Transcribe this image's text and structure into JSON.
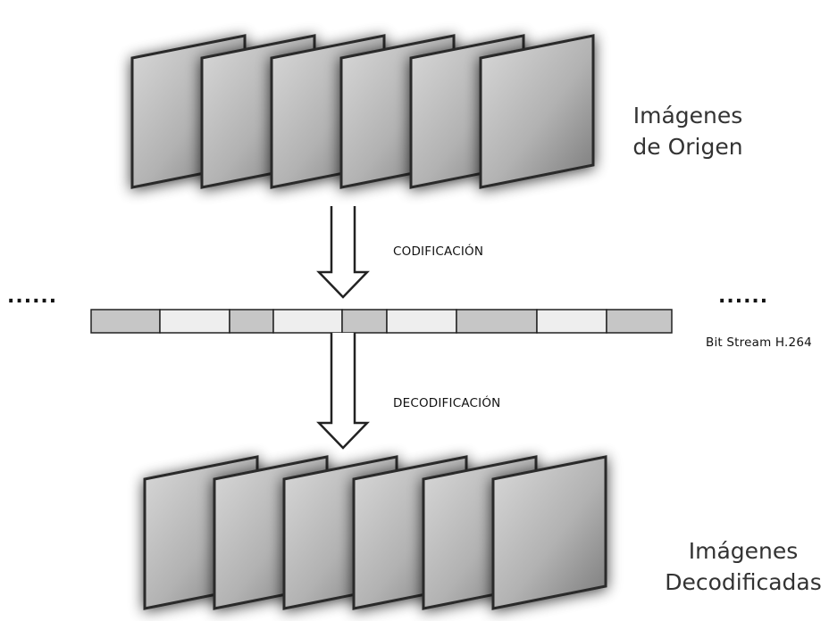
{
  "labels": {
    "source_title_line1": "Imágenes",
    "source_title_line2": "de Origen",
    "encode_label": "CODIFICACIÓN",
    "bitstream_label": "Bit Stream H.264",
    "decode_label": "DECODIFICACIÓN",
    "decoded_title_line1": "Imágenes",
    "decoded_title_line2": "Decodificadas",
    "ellipsis_left": "......",
    "ellipsis_right": "......"
  },
  "frames": {
    "source_count": 6,
    "decoded_count": 6
  },
  "bitstream": {
    "segments": [
      "dark",
      "light",
      "dark",
      "light",
      "dark",
      "light",
      "dark",
      "light",
      "dark"
    ]
  },
  "colors": {
    "frame_edge": "#2a2a2a",
    "frame_light": "#d8d8d8",
    "frame_dark": "#7d7d7d",
    "segment_dark": "#c6c6c6",
    "segment_light": "#eeeeee",
    "outline": "#222222"
  }
}
